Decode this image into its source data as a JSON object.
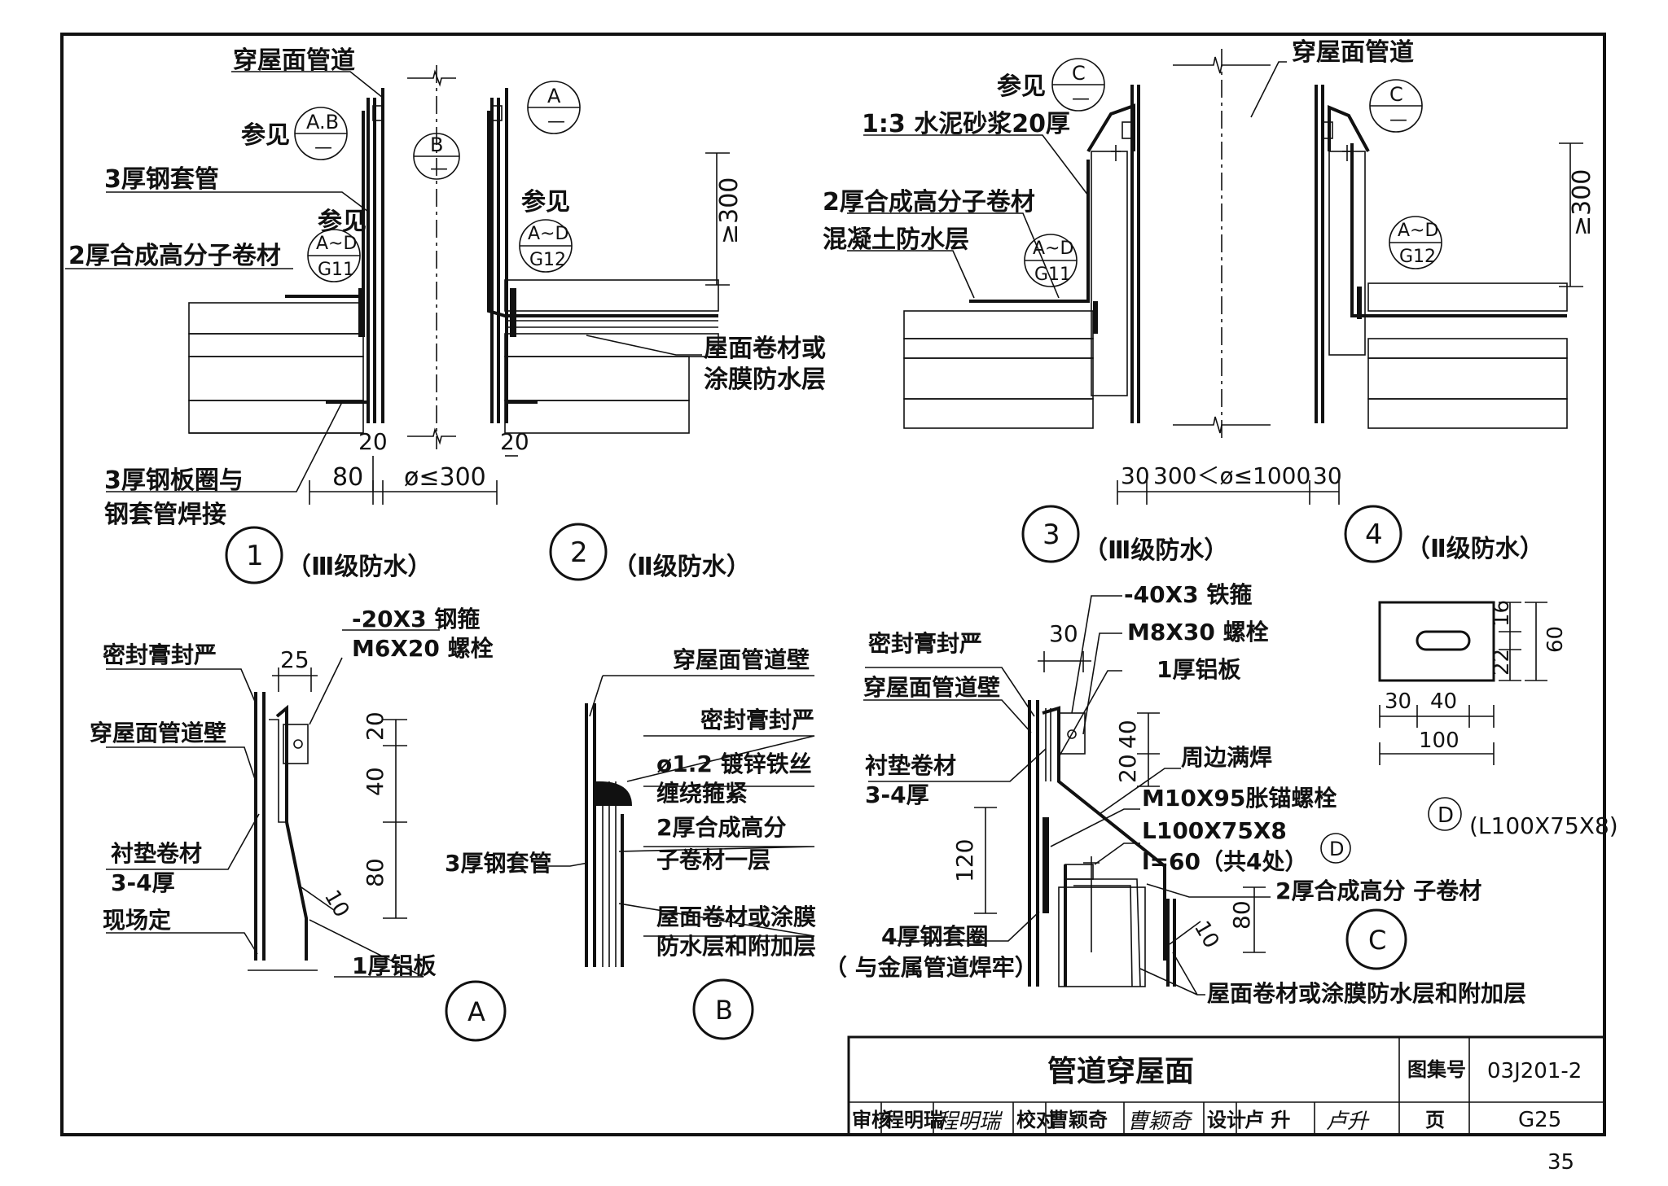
{
  "sheet": {
    "page_number": "35",
    "title": "管道穿屋面",
    "atlas_label": "图集号",
    "atlas_number": "03J201-2",
    "page_label": "页",
    "page_code": "G25",
    "review_label": "审核",
    "reviewer": "程明瑞",
    "check_label": "校对",
    "checker": "曹颖奇",
    "design_label": "设计",
    "designer": "卢 升",
    "sig1": "程明瑞",
    "sig2": "曹颖奇",
    "sig3": "卢升"
  },
  "d12": {
    "pipe_label": "穿屋面管道",
    "ref_label": "参见",
    "ref_ab": "A.B",
    "ref_a": "A",
    "ref_b": "B",
    "dash": "—",
    "steel_sleeve": "3厚钢套管",
    "membrane": "2厚合成高分子卷材",
    "ref_ad_g11_top": "A~D",
    "ref_ad_g11_bot": "G11",
    "ref_ad_g12_top": "A~D",
    "ref_ad_g12_bot": "G12",
    "ge300": "≥300",
    "roof_layer_1": "屋面卷材或",
    "roof_layer_2": "涂膜防水层",
    "plate_ring_1": "3厚钢板圈与",
    "plate_ring_2": "钢套管焊接",
    "dim_20a": "20",
    "dim_20b": "20",
    "dim_80": "80",
    "dim_phi": "ø≤300",
    "num1": "1",
    "grade1": "（Ⅲ级防水）",
    "num2": "2",
    "grade2": "（Ⅱ级防水）"
  },
  "d34": {
    "pipe_label": "穿屋面管道",
    "ref_label": "参见",
    "ref_c": "C",
    "dash": "—",
    "mortar": "1:3 水泥砂浆20厚",
    "membrane": "2厚合成高分子卷材",
    "concrete": "混凝土防水层",
    "ref_ad_g11_top": "A~D",
    "ref_ad_g11_bot": "G11",
    "ref_ad_g12_top": "A~D",
    "ref_ad_g12_bot": "G12",
    "ge300": "≥300",
    "dim_30a": "30",
    "dim_phi": "300＜ø≤1000",
    "dim_30b": "30",
    "num3": "3",
    "grade3": "（Ⅲ级防水）",
    "num4": "4",
    "grade4": "（Ⅱ级防水）"
  },
  "dA": {
    "sealant": "密封膏封严",
    "hoop": "-20X3  钢箍",
    "bolt": "M6X20   螺栓",
    "dim_25": "25",
    "pipe_wall": "穿屋面管道壁",
    "dim_20": "20",
    "dim_40": "40",
    "dim_80": "80",
    "dim_10": "10",
    "liner_1": "衬垫卷材",
    "liner_2": "3-4厚",
    "site": "现场定",
    "alu": "1厚铝板",
    "letter": "A"
  },
  "dB": {
    "pipe_wall": "穿屋面管道壁",
    "sealant": "密封膏封严",
    "wire_1": "ø1.2  镀锌铁丝",
    "wire_2": "缠绕箍紧",
    "sleeve": "3厚钢套管",
    "memb_1": "2厚合成高分",
    "memb_2": "子卷材一层",
    "roof_1": "屋面卷材或涂膜",
    "roof_2": "防水层和附加层",
    "letter": "B"
  },
  "dC": {
    "hoop": "-40X3 铁箍",
    "dim_30": "30",
    "bolt": "M8X30 螺栓",
    "sealant": "密封膏封严",
    "alu": "1厚铝板",
    "pipe_wall": "穿屋面管道壁",
    "dim_40": "40",
    "dim_20": "20",
    "liner_1": "衬垫卷材",
    "liner_2": "3-4厚",
    "weld": "周边满焊",
    "anchor": "M10X95胀锚螺栓",
    "angle_1": "L100X75X8",
    "angle_2": "l=60（共4处）",
    "ref_d": "D",
    "dim_120": "120",
    "memb": "2厚合成高分 子卷材",
    "dim_80": "80",
    "dim_10": "10",
    "ring_1": "4厚钢套圈",
    "ring_2": "（ 与金属管道焊牢）",
    "letter": "C",
    "roof": "屋面卷材或涂膜防水层和附加层"
  },
  "dD": {
    "dim_16": "16",
    "dim_22": "22",
    "dim_60": "60",
    "dim_30": "30",
    "dim_40": "40",
    "dim_100": "100",
    "letter": "D",
    "spec": "(L100X75X8)"
  }
}
